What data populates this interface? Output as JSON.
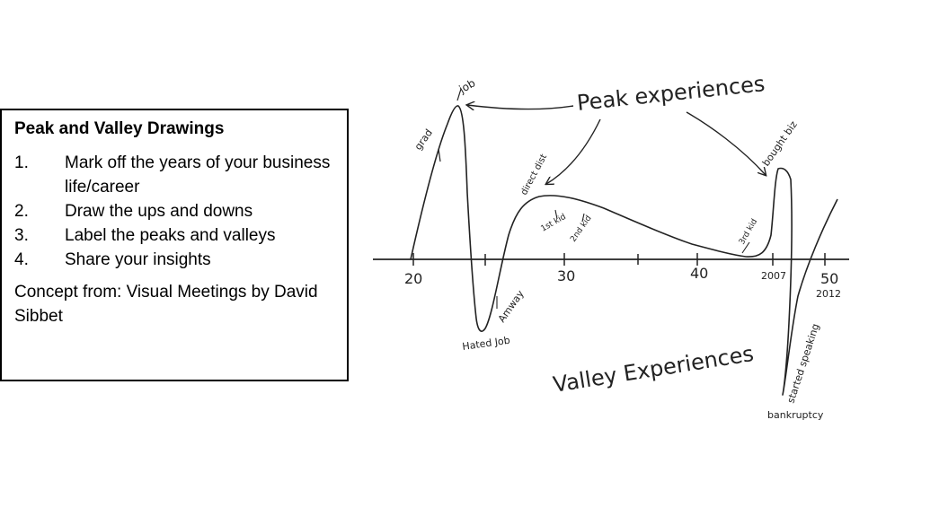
{
  "box": {
    "title": "Peak and Valley Drawings",
    "steps": [
      {
        "num": "1.",
        "text": "Mark off the years of your business life/career"
      },
      {
        "num": "2.",
        "text": "Draw the ups and downs"
      },
      {
        "num": "3.",
        "text": "Label the peaks and valleys"
      },
      {
        "num": "4.",
        "text": "Share your insights"
      }
    ],
    "credit": "Concept from:  Visual Meetings by David Sibbet"
  },
  "sketch": {
    "peak_heading": "Peak experiences",
    "valley_heading": "Valley Experiences",
    "axis_ticks": [
      "20",
      "30",
      "40",
      "2007",
      "50",
      "2012"
    ],
    "labels": {
      "job": "job",
      "grad": "grad",
      "direct_dist": "direct dist",
      "first_kid": "1st kid",
      "second_kid": "2nd kid",
      "third_kid": "3rd kid",
      "bought_biz": "bought biz",
      "amway": "Amway",
      "hated_job": "Hated Job",
      "bankruptcy": "bankruptcy",
      "started_speaking": "started speaking"
    }
  },
  "colors": {
    "ink": "#222222",
    "box_border": "#000000"
  }
}
